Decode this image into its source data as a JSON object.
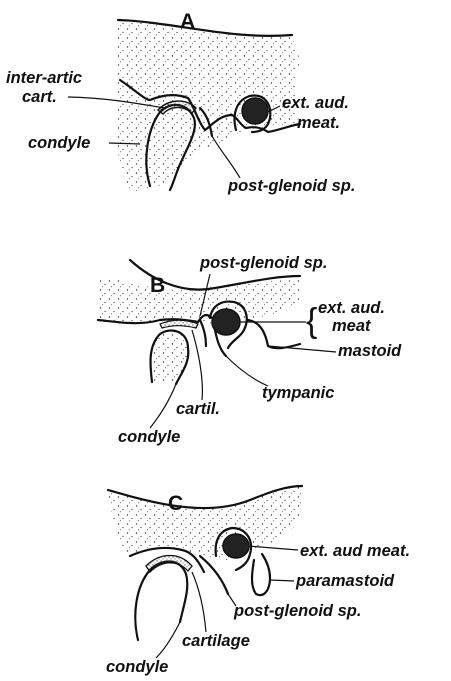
{
  "figure": {
    "panels": [
      {
        "letter": "A",
        "labels": {
          "inter_artic_1": "inter-artic",
          "inter_artic_2": "cart.",
          "condyle": "condyle",
          "ext_aud_1": "ext. aud.",
          "ext_aud_2": "meat.",
          "post_glenoid": "post-glenoid sp."
        }
      },
      {
        "letter": "B",
        "labels": {
          "post_glenoid": "post-glenoid sp.",
          "ext_aud_1": "ext. aud.",
          "ext_aud_2": "meat",
          "mastoid": "mastoid",
          "tympanic": "tympanic",
          "cartil": "cartil.",
          "condyle": "condyle"
        }
      },
      {
        "letter": "C",
        "labels": {
          "ext_aud_meat": "ext. aud meat.",
          "paramastoid": "paramastoid",
          "post_glenoid": "post-glenoid sp.",
          "cartilage": "cartilage",
          "condyle": "condyle"
        }
      }
    ]
  }
}
